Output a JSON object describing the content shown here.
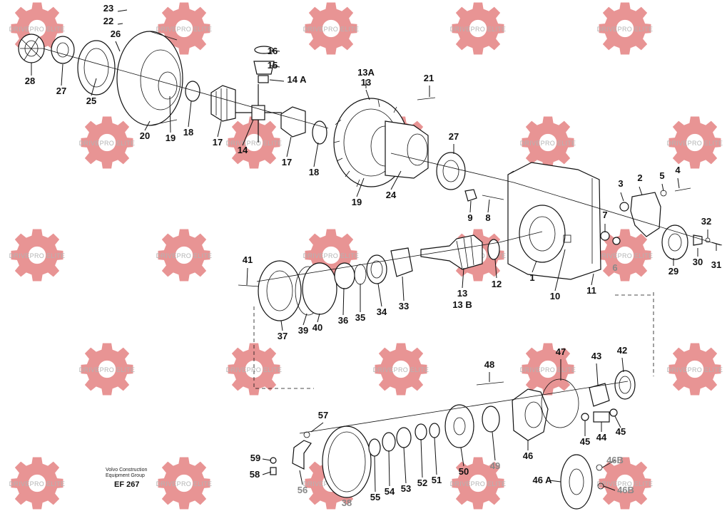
{
  "watermark_text": "DRIVEPRO ELITE",
  "watermark_color": "#e07070",
  "credit_line1": "Volvo Construction",
  "credit_line2": "Equipment Group",
  "drawing_number": "EF 267",
  "callouts": [
    {
      "label": "23"
    },
    {
      "label": "22"
    },
    {
      "label": "26"
    },
    {
      "label": "28"
    },
    {
      "label": "27"
    },
    {
      "label": "25"
    },
    {
      "label": "20"
    },
    {
      "label": "19"
    },
    {
      "label": "18"
    },
    {
      "label": "17"
    },
    {
      "label": "14"
    },
    {
      "label": "17"
    },
    {
      "label": "16"
    },
    {
      "label": "15"
    },
    {
      "label": "14 A"
    },
    {
      "label": "13A"
    },
    {
      "label": "13"
    },
    {
      "label": "21"
    },
    {
      "label": "18"
    },
    {
      "label": "19"
    },
    {
      "label": "24"
    },
    {
      "label": "27"
    },
    {
      "label": "9"
    },
    {
      "label": "8"
    },
    {
      "label": "3"
    },
    {
      "label": "2"
    },
    {
      "label": "5"
    },
    {
      "label": "4"
    },
    {
      "label": "7"
    },
    {
      "label": "6"
    },
    {
      "label": "32"
    },
    {
      "label": "29"
    },
    {
      "label": "30"
    },
    {
      "label": "31"
    },
    {
      "label": "1"
    },
    {
      "label": "10"
    },
    {
      "label": "11"
    },
    {
      "label": "41"
    },
    {
      "label": "37"
    },
    {
      "label": "39"
    },
    {
      "label": "40"
    },
    {
      "label": "36"
    },
    {
      "label": "35"
    },
    {
      "label": "34"
    },
    {
      "label": "33"
    },
    {
      "label": "13"
    },
    {
      "label": "13 B"
    },
    {
      "label": "12"
    },
    {
      "label": "48"
    },
    {
      "label": "47"
    },
    {
      "label": "43"
    },
    {
      "label": "42"
    },
    {
      "label": "57"
    },
    {
      "label": "59"
    },
    {
      "label": "58"
    },
    {
      "label": "56"
    },
    {
      "label": "38"
    },
    {
      "label": "55"
    },
    {
      "label": "54"
    },
    {
      "label": "53"
    },
    {
      "label": "52"
    },
    {
      "label": "51"
    },
    {
      "label": "50"
    },
    {
      "label": "49"
    },
    {
      "label": "46"
    },
    {
      "label": "45"
    },
    {
      "label": "44"
    },
    {
      "label": "45"
    },
    {
      "label": "46B"
    },
    {
      "label": "46 A"
    },
    {
      "label": "46B"
    }
  ]
}
